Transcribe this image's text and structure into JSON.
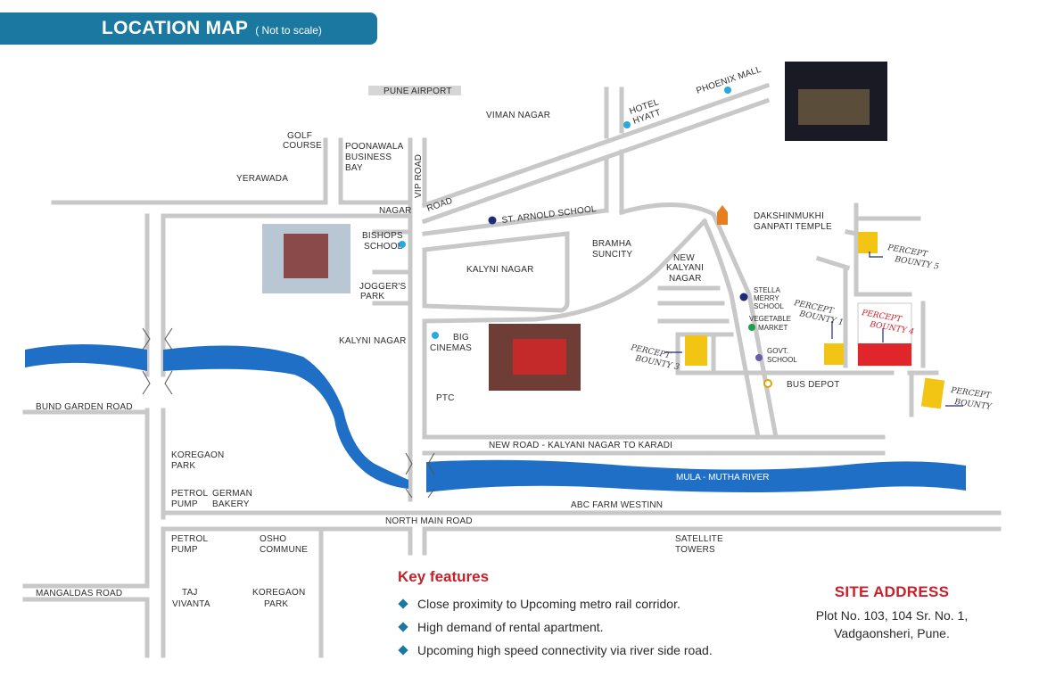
{
  "header": {
    "title": "LOCATION MAP",
    "subtitle": "( Not to scale)"
  },
  "areas": {
    "pune_airport": "PUNE AIRPORT",
    "viman_nagar": "VIMAN NAGAR",
    "golf_course": [
      "GOLF",
      "COURSE"
    ],
    "poonawala": [
      "POONAWALA",
      "BUSINESS",
      "BAY"
    ],
    "yerawada": "YERAWADA",
    "vip_road": "VIP ROAD",
    "nagar": "NAGAR",
    "road": "ROAD",
    "hotel_hyatt": [
      "HOTEL",
      "HYATT"
    ],
    "phoenix_mall": "PHOENIX MALL",
    "st_arnold": "ST. ARNOLD SCHOOL",
    "bishops": [
      "BISHOPS",
      "SCHOOL"
    ],
    "kalyni_nagar_1": "KALYNI NAGAR",
    "bramha": [
      "BRAMHA",
      "SUNCITY"
    ],
    "joggers": [
      "JOGGER'S",
      "PARK"
    ],
    "kalyni_nagar_2": "KALYNI NAGAR",
    "big_cinemas": [
      "BIG",
      "CINEMAS"
    ],
    "ptc": "PTC",
    "dakshinmukhi": [
      "DAKSHINMUKHI",
      "GANPATI TEMPLE"
    ],
    "new_kalyani": [
      "NEW",
      "KALYANI",
      "NAGAR"
    ],
    "stella": [
      "STELLA",
      "MERRY",
      "SCHOOL"
    ],
    "vegetable": [
      "VEGETABLE",
      "MARKET"
    ],
    "govt_school": [
      "GOVT.",
      "SCHOOL"
    ],
    "bus_depot": "BUS DEPOT",
    "bund_garden": "BUND GARDEN ROAD",
    "new_road": "NEW ROAD - KALYANI NAGAR TO KARADI",
    "koregaon_park": [
      "KOREGAON",
      "PARK"
    ],
    "petrol_pump_1": [
      "PETROL",
      "PUMP"
    ],
    "german_bakery": [
      "GERMAN",
      "BAKERY"
    ],
    "mula_mutha": "MULA - MUTHA RIVER",
    "abc_farm": "ABC FARM   WESTINN",
    "north_main": "NORTH MAIN ROAD",
    "petrol_pump_2": [
      "PETROL",
      "PUMP"
    ],
    "osho": [
      "OSHO",
      "COMMUNE"
    ],
    "satellite": [
      "SATELLITE",
      "TOWERS"
    ],
    "mangaldas": "MANGALDAS ROAD",
    "taj": [
      "TAJ",
      "VIVANTA"
    ],
    "koregaon_park_2": [
      "KOREGAON",
      "PARK"
    ]
  },
  "projects": {
    "bounty1": [
      "PERCEPT",
      "BOUNTY 1"
    ],
    "bounty3": [
      "PERCEPT",
      "BOUNTY 3"
    ],
    "bounty4": [
      "PERCEPT",
      "BOUNTY 4"
    ],
    "bounty5": [
      "PERCEPT",
      "BOUNTY 5"
    ],
    "bounty": [
      "PERCEPT",
      "BOUNTY"
    ]
  },
  "key_features": {
    "title": "Key features",
    "items": [
      "Close proximity to Upcoming metro rail corridor.",
      "High demand of rental apartment.",
      "Upcoming high speed connectivity via river side road."
    ]
  },
  "site_address": {
    "title": "SITE ADDRESS",
    "line1": "Plot No. 103, 104 Sr. No. 1,",
    "line2": "Vadgaonsheri, Pune."
  },
  "colors": {
    "banner": "#1b78a1",
    "river": "#1f6fc7",
    "project_yellow": "#f2c514",
    "project_red": "#e0262b",
    "heading_red": "#c8202a"
  }
}
